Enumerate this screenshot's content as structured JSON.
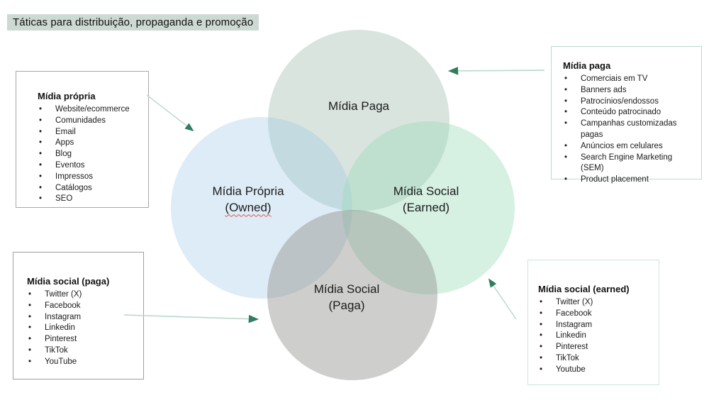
{
  "title": "Táticas para distribuição, propaganda e promoção",
  "venn": {
    "paid": {
      "label": "Mídia Paga"
    },
    "owned": {
      "line1": "Mídia Própria",
      "line2": "(Owned)"
    },
    "earned": {
      "line1": "Mídia Social",
      "line2": "(Earned)"
    },
    "social_paid": {
      "line1": "Mídia Social",
      "line2": "(Paga)"
    }
  },
  "boxes": {
    "midia_propria": {
      "title": "Mídia própria",
      "items": [
        "Website/ecommerce",
        "Comunidades",
        "Email",
        "Apps",
        "Blog",
        "Eventos",
        "Impressos",
        "Catálogos",
        "SEO"
      ]
    },
    "midia_paga": {
      "title": "Mídia paga",
      "items": [
        "Comerciais em TV",
        "Banners ads",
        "Patrocínios/endossos",
        "Conteúdo patrocinado",
        "Campanhas customizadas pagas",
        "Anúncios em celulares",
        "Search Engine Marketing (SEM)",
        "Product placement"
      ]
    },
    "midia_social_paga": {
      "title": "Mídia social (paga)",
      "items": [
        "Twitter (X)",
        "Facebook",
        "Instagram",
        "Linkedin",
        "Pinterest",
        "TikTok",
        "YouTube"
      ]
    },
    "midia_social_earned": {
      "title": "Mídia social (earned)",
      "items": [
        "Twitter (X)",
        "Facebook",
        "Instagram",
        "Linkedin",
        "Pinterest",
        "TikTok",
        "Youtube"
      ]
    }
  },
  "colors": {
    "title_highlight": "#cdd9d3",
    "arrow_line": "#b7d8c9",
    "arrow_head": "#2f7e5e",
    "circle_paid_fill": "rgba(170,195,184,0.45)",
    "circle_owned_fill": "rgba(151,197,232,0.33)",
    "circle_earned_fill": "rgba(153,218,183,0.40)",
    "circle_social_paid_fill": "rgba(143,143,139,0.44)",
    "green_box_border": "#b9dcce",
    "gray_box_border": "#a8a8a8"
  }
}
